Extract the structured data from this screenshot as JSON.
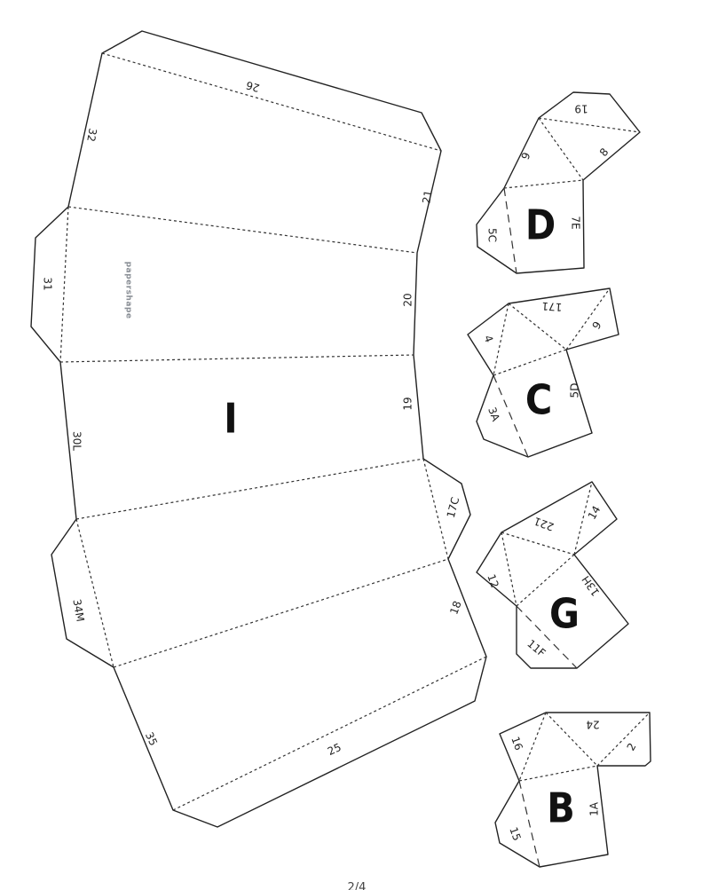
{
  "pieces": {
    "I": {
      "letter": "I",
      "brand": "papershape",
      "edges": [
        "26",
        "32",
        "21",
        "31",
        "20",
        "19",
        "30L",
        "17C",
        "34M",
        "18",
        "35",
        "25"
      ]
    },
    "D": {
      "letter": "D",
      "edges": [
        "19",
        "9",
        "8",
        "5C",
        "7E"
      ]
    },
    "C": {
      "letter": "C",
      "edges": [
        "171",
        "9",
        "4",
        "3A",
        "5D"
      ]
    },
    "G": {
      "letter": "G",
      "edges": [
        "221",
        "14",
        "12",
        "13H",
        "11F"
      ]
    },
    "B": {
      "letter": "B",
      "edges": [
        "24",
        "2",
        "16",
        "15",
        "1A"
      ]
    }
  },
  "footer": {
    "page": "2/4"
  },
  "colors": {
    "line": "#222222",
    "brand": "#8a8f96"
  }
}
